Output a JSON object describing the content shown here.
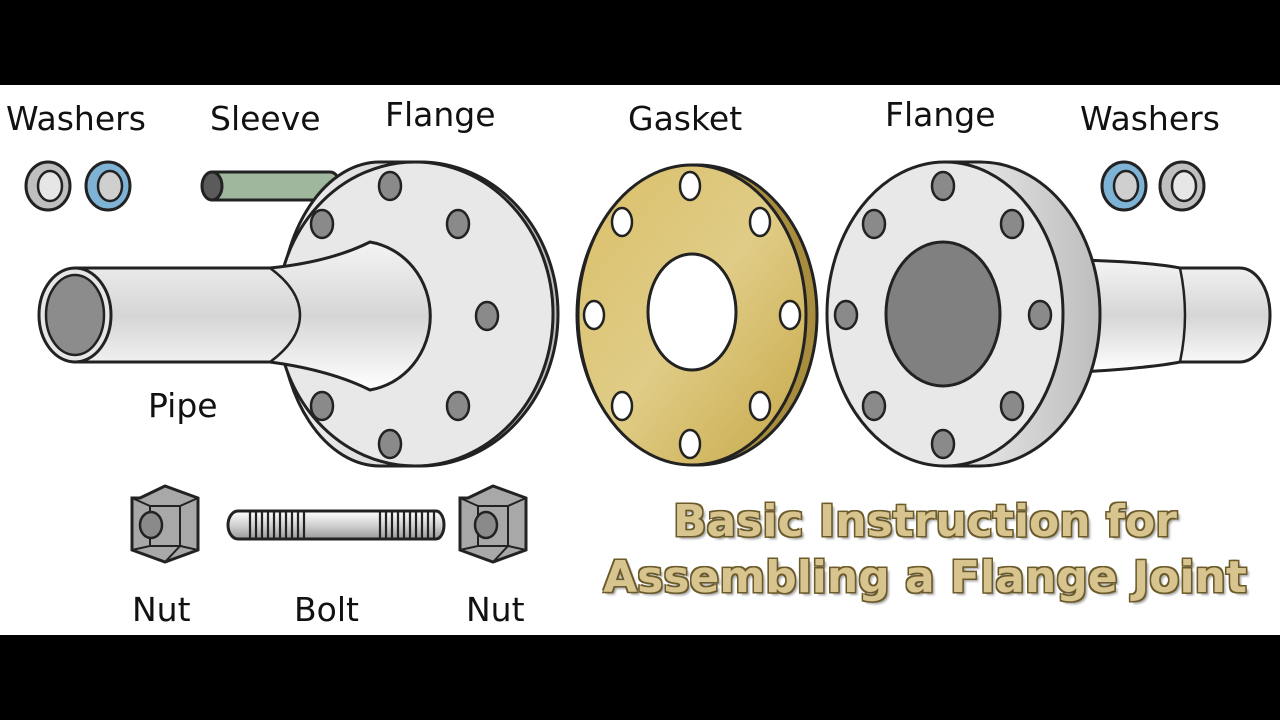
{
  "labels": {
    "washers_left": "Washers",
    "sleeve": "Sleeve",
    "flange_left": "Flange",
    "gasket": "Gasket",
    "flange_right": "Flange",
    "washers_right": "Washers",
    "pipe": "Pipe",
    "nut_left": "Nut",
    "bolt": "Bolt",
    "nut_right": "Nut"
  },
  "title": {
    "line1": "Basic Instruction for",
    "line2": "Assembling a Flange Joint"
  },
  "colors": {
    "background": "#000000",
    "panel": "#ffffff",
    "metal_light": "#e8e8e8",
    "metal_mid": "#c8c8c8",
    "metal_dark": "#808080",
    "gasket": "#d2b45a",
    "sleeve": "#9fb79c",
    "washer_blue": "#7fb3d5",
    "title_fill": "#d8c48e",
    "title_outline": "#6b5a2a"
  }
}
